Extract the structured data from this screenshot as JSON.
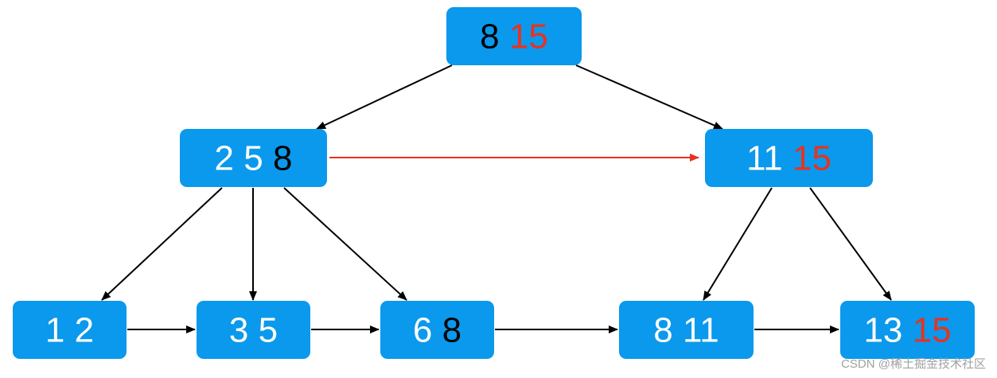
{
  "colors": {
    "node_fill": "#0a99ec",
    "text_white": "#ffffff",
    "text_black": "#000000",
    "text_red": "#e8321f",
    "edge": "#000000",
    "edge_red": "#e8321f"
  },
  "nodes": [
    {
      "id": "root",
      "keys": [
        {
          "text": "8",
          "color": "black"
        },
        {
          "text": "15",
          "color": "red"
        }
      ]
    },
    {
      "id": "internal-left",
      "keys": [
        {
          "text": "2",
          "color": "white"
        },
        {
          "text": "5",
          "color": "white"
        },
        {
          "text": "8",
          "color": "black"
        }
      ]
    },
    {
      "id": "internal-right",
      "keys": [
        {
          "text": "11",
          "color": "white"
        },
        {
          "text": "15",
          "color": "red"
        }
      ]
    },
    {
      "id": "leaf-1",
      "keys": [
        {
          "text": "1",
          "color": "white"
        },
        {
          "text": "2",
          "color": "white"
        }
      ]
    },
    {
      "id": "leaf-2",
      "keys": [
        {
          "text": "3",
          "color": "white"
        },
        {
          "text": "5",
          "color": "white"
        }
      ]
    },
    {
      "id": "leaf-3",
      "keys": [
        {
          "text": "6",
          "color": "white"
        },
        {
          "text": "8",
          "color": "black"
        }
      ]
    },
    {
      "id": "leaf-4",
      "keys": [
        {
          "text": "8",
          "color": "white"
        },
        {
          "text": "11",
          "color": "white"
        }
      ]
    },
    {
      "id": "leaf-5",
      "keys": [
        {
          "text": "13",
          "color": "white"
        },
        {
          "text": "15",
          "color": "red"
        }
      ]
    }
  ],
  "edges": [
    {
      "from": "root",
      "to": "internal-left",
      "kind": "child"
    },
    {
      "from": "root",
      "to": "internal-right",
      "kind": "child"
    },
    {
      "from": "internal-left",
      "to": "internal-right",
      "kind": "sibling-red"
    },
    {
      "from": "internal-left",
      "to": "leaf-1",
      "kind": "child"
    },
    {
      "from": "internal-left",
      "to": "leaf-2",
      "kind": "child"
    },
    {
      "from": "internal-left",
      "to": "leaf-3",
      "kind": "child"
    },
    {
      "from": "internal-right",
      "to": "leaf-4",
      "kind": "child"
    },
    {
      "from": "internal-right",
      "to": "leaf-5",
      "kind": "child"
    },
    {
      "from": "leaf-1",
      "to": "leaf-2",
      "kind": "leaf-link"
    },
    {
      "from": "leaf-2",
      "to": "leaf-3",
      "kind": "leaf-link"
    },
    {
      "from": "leaf-3",
      "to": "leaf-4",
      "kind": "leaf-link"
    },
    {
      "from": "leaf-4",
      "to": "leaf-5",
      "kind": "leaf-link"
    }
  ],
  "watermark": "CSDN @稀土掘金技术社区"
}
